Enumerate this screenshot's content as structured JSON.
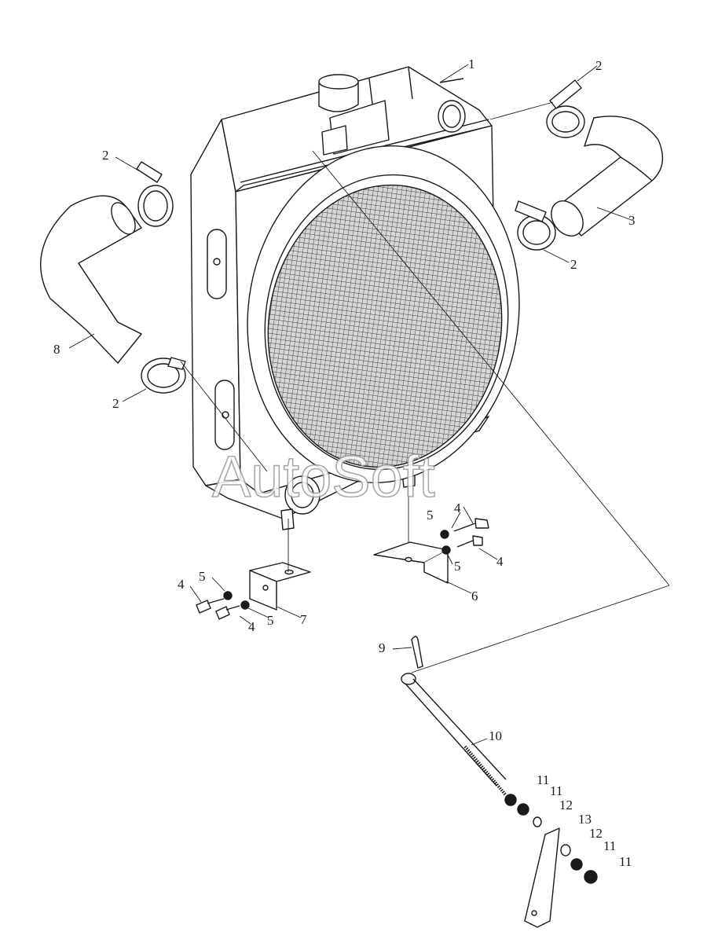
{
  "watermark": "AutoSoft",
  "callouts": [
    {
      "id": "c1",
      "label": "1"
    },
    {
      "id": "c2a",
      "label": "2"
    },
    {
      "id": "c2b",
      "label": "2"
    },
    {
      "id": "c2c",
      "label": "2"
    },
    {
      "id": "c2d",
      "label": "2"
    },
    {
      "id": "c3",
      "label": "3"
    },
    {
      "id": "c4a",
      "label": "4"
    },
    {
      "id": "c4b",
      "label": "4"
    },
    {
      "id": "c4c",
      "label": "4"
    },
    {
      "id": "c4d",
      "label": "4"
    },
    {
      "id": "c5a",
      "label": "5"
    },
    {
      "id": "c5b",
      "label": "5"
    },
    {
      "id": "c5c",
      "label": "5"
    },
    {
      "id": "c5d",
      "label": "5"
    },
    {
      "id": "c6",
      "label": "6"
    },
    {
      "id": "c7",
      "label": "7"
    },
    {
      "id": "c8",
      "label": "8"
    },
    {
      "id": "c9",
      "label": "9"
    },
    {
      "id": "c10",
      "label": "10"
    },
    {
      "id": "c11a",
      "label": "11"
    },
    {
      "id": "c11b",
      "label": "11"
    },
    {
      "id": "c11c",
      "label": "11"
    },
    {
      "id": "c11d",
      "label": "11"
    },
    {
      "id": "c12a",
      "label": "12"
    },
    {
      "id": "c12b",
      "label": "12"
    },
    {
      "id": "c13",
      "label": "13"
    }
  ]
}
